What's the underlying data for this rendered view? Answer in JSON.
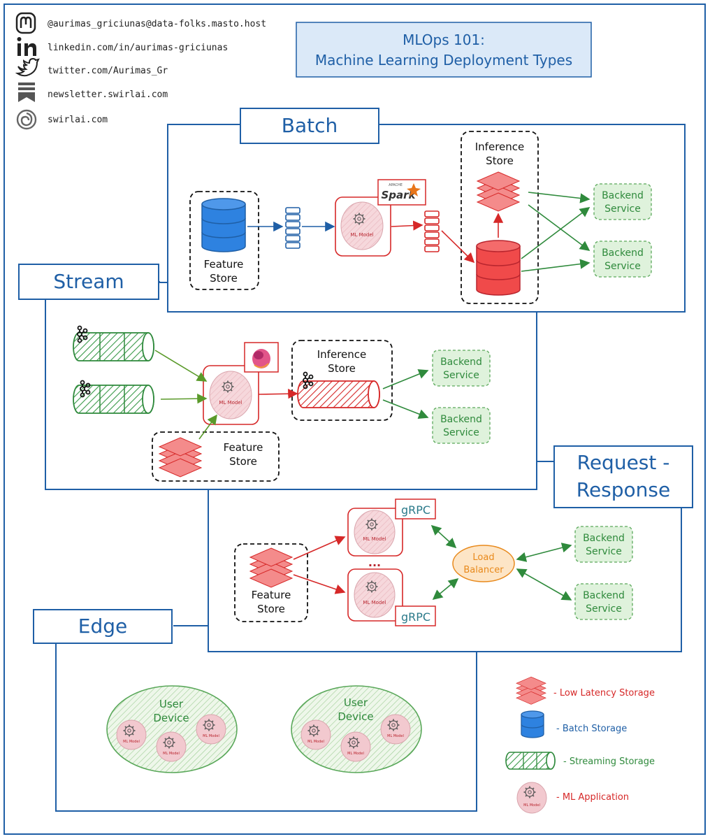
{
  "title": {
    "line1": "MLOps 101:",
    "line2": "Machine Learning Deployment Types"
  },
  "socials": [
    {
      "icon": "mastodon-icon",
      "text": "@aurimas_griciunas@data-folks.masto.host"
    },
    {
      "icon": "linkedin-icon",
      "text": "linkedin.com/in/aurimas-griciunas"
    },
    {
      "icon": "twitter-icon",
      "text": "twitter.com/Aurimas_Gr"
    },
    {
      "icon": "newsletter-icon",
      "text": "newsletter.swirlai.com"
    },
    {
      "icon": "swirlai-icon",
      "text": "swirlai.com"
    }
  ],
  "sections": {
    "batch": "Batch",
    "stream": "Stream",
    "request_line1": "Request -",
    "request_line2": "Response",
    "edge": "Edge"
  },
  "labels": {
    "feature": "Feature",
    "store": "Store",
    "inference": "Inference",
    "backend": "Backend",
    "service": "Service",
    "ml_model": "ML Model",
    "spark": "Spark",
    "apache": "APACHE",
    "grpc": "gRPC",
    "load": "Load",
    "balancer": "Balancer",
    "user": "User",
    "device": "Device",
    "ellipsis": "..."
  },
  "legend": [
    {
      "icon": "low-latency-storage-icon",
      "text": "- Low Latency Storage",
      "color": "#d62828"
    },
    {
      "icon": "batch-storage-icon",
      "text": "- Batch Storage",
      "color": "#1f5fa6"
    },
    {
      "icon": "streaming-storage-icon",
      "text": "- Streaming Storage",
      "color": "#2f8a3c"
    },
    {
      "icon": "ml-application-icon",
      "text": "- ML Application",
      "color": "#d62828"
    }
  ],
  "colors": {
    "blue": "#1f5fa6",
    "red": "#d62828",
    "green": "#2f8a3c",
    "orange": "#e8891b",
    "pink": "#f2d3d8",
    "green_fill": "#dff2dc"
  }
}
